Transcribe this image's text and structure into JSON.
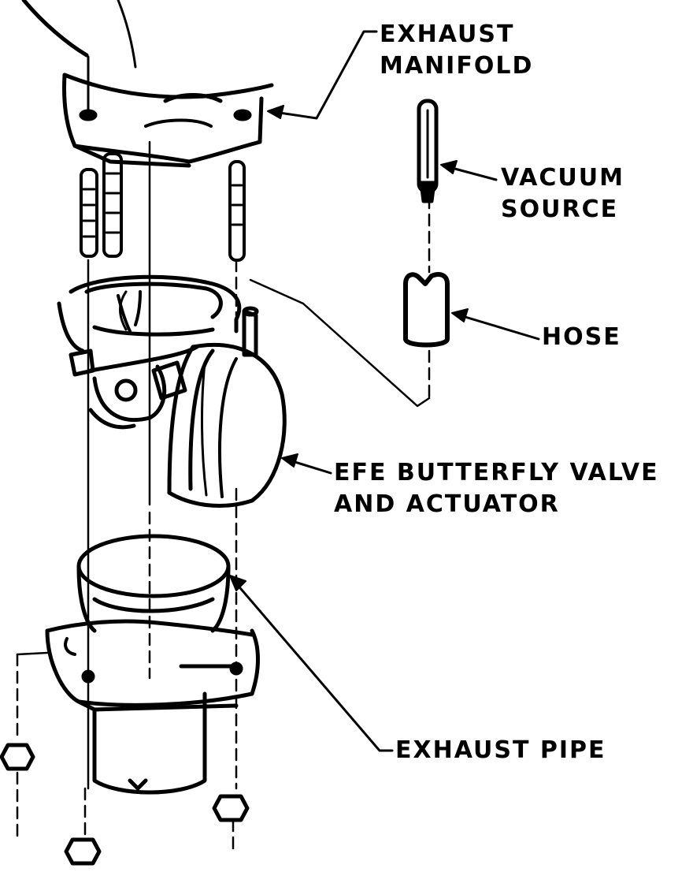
{
  "diagram": {
    "labels": {
      "exhaust_manifold": [
        "EXHAUST",
        "MANIFOLD"
      ],
      "vacuum_source": [
        "VACUUM",
        "SOURCE"
      ],
      "hose": [
        "HOSE"
      ],
      "efe_valve": [
        "EFE BUTTERFLY VALVE",
        "AND ACTUATOR"
      ],
      "exhaust_pipe": [
        "EXHAUST PIPE"
      ]
    },
    "line_color": "#000000",
    "background_color": "#ffffff"
  }
}
